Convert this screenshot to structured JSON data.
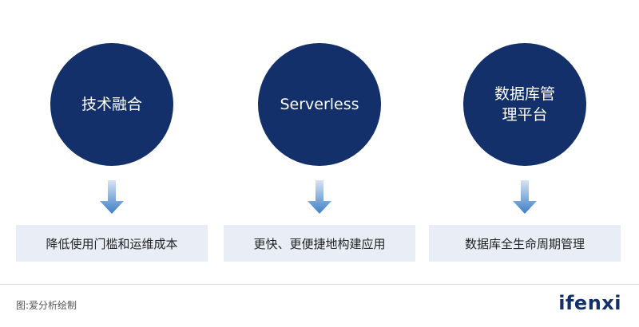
{
  "columns": [
    {
      "circle_label": "技术融合",
      "box_label": "降低使用门槛和运维成本"
    },
    {
      "circle_label": "Serverless",
      "box_label": "更快、更便捷地构建应用"
    },
    {
      "circle_label": "数据库管\n理平台",
      "box_label": "数据库全生命周期管理"
    }
  ],
  "footer": {
    "source": "图:爱分析绘制",
    "logo": "ifenxi"
  },
  "colors": {
    "circle": "#13306a",
    "box": "#e8edf6",
    "arrow_light": "#d6e3f3",
    "arrow_dark": "#3d7fc6"
  }
}
